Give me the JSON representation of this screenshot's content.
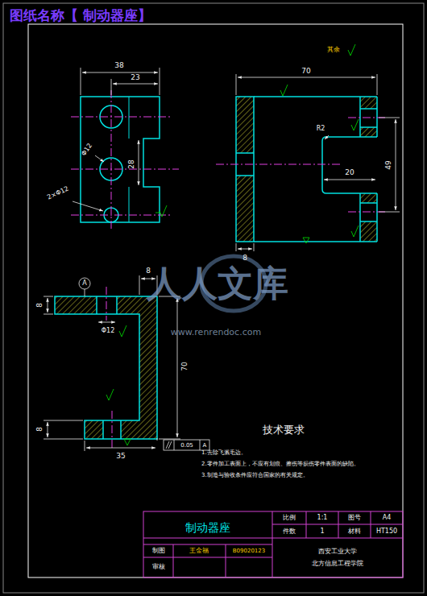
{
  "diagram": {
    "title": "图纸名称【 制动器座】",
    "labels": [
      "38",
      "23",
      "Φ12",
      "28",
      "2×Φ12",
      "70",
      "R2",
      "20",
      "49",
      "8",
      "8",
      "8",
      "Φ12",
      "70",
      "8",
      "35",
      "A",
      "其余",
      "技术要求",
      "1.去除飞溅毛边。",
      "2.零件加工表面上，不应有划痕、擦伤等损伤零件表面的缺陷。",
      "3.制造与验收条件应符合国家的有关规定。",
      "制动器座",
      "比例",
      "1:1",
      "图号",
      "A4",
      "件数",
      "1",
      "材料",
      "HT150",
      "制图",
      "王金福",
      "B09020123",
      "审核",
      "西安工业大学",
      "北方信息工程学院",
      "0.05",
      "A",
      "人人文库",
      "www.renrendoc.com"
    ]
  }
}
